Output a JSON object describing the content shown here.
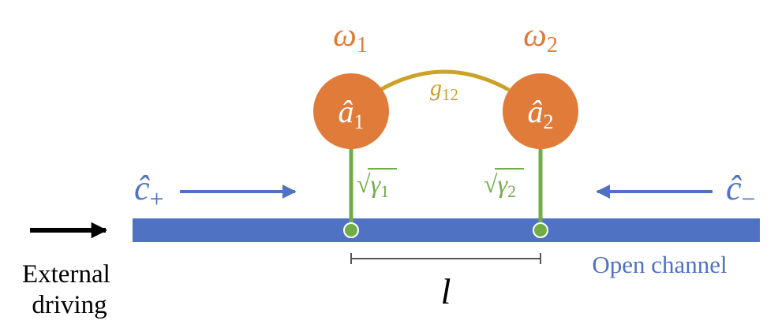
{
  "colors": {
    "orange": "#E07B39",
    "blue": "#4F72C2",
    "green": "#70AD47",
    "gold": "#C9A227",
    "gray": "#555555",
    "black": "#000000",
    "white": "#ffffff"
  },
  "resonators": [
    {
      "freq_base": "ω",
      "freq_sub": "1",
      "mode_base": "â",
      "mode_sub": "1",
      "coupling_base": "√γ",
      "coupling_sub": "1"
    },
    {
      "freq_base": "ω",
      "freq_sub": "2",
      "mode_base": "â",
      "mode_sub": "2",
      "coupling_base": "√γ",
      "coupling_sub": "2"
    }
  ],
  "intercoupling": {
    "base": "g",
    "sub": "12"
  },
  "fields": {
    "forward": {
      "base": "ĉ",
      "sub": "+"
    },
    "backward": {
      "base": "ĉ",
      "sub": "−"
    }
  },
  "channel_label": "Open channel",
  "distance_label": "l",
  "driving_label": [
    "External",
    "driving"
  ]
}
